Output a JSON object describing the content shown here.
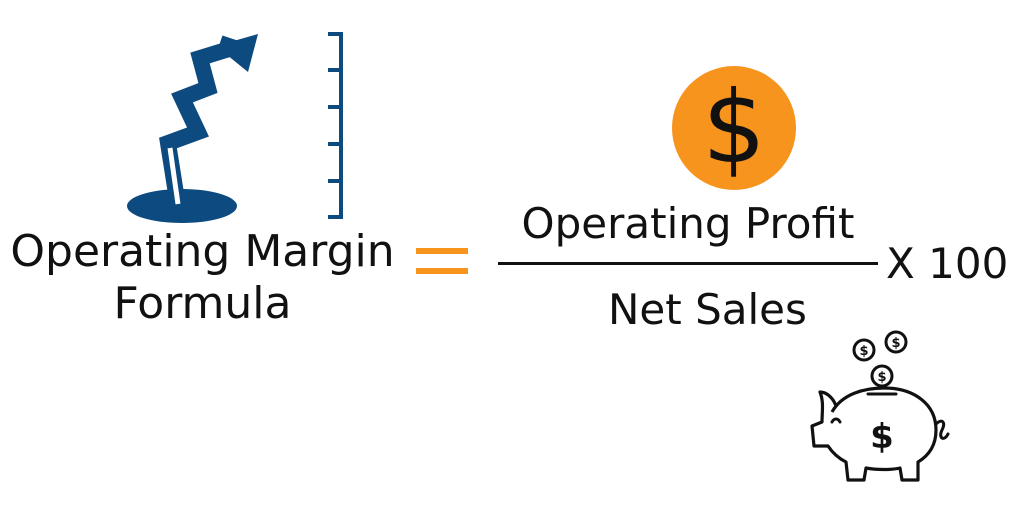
{
  "formula": {
    "label_line1": "Operating Margin",
    "label_line2": "Formula",
    "numerator": "Operating Profit",
    "denominator": "Net Sales",
    "multiplier": "X 100"
  },
  "icons": {
    "growth_chart": "growth-arrow-icon",
    "dollar_coin": "dollar-coin-icon",
    "dollar_symbol": "$",
    "piggy_bank": "piggy-bank-icon"
  },
  "colors": {
    "accent_orange": "#f7941d",
    "chart_blue": "#0c4a80",
    "text": "#111111"
  }
}
